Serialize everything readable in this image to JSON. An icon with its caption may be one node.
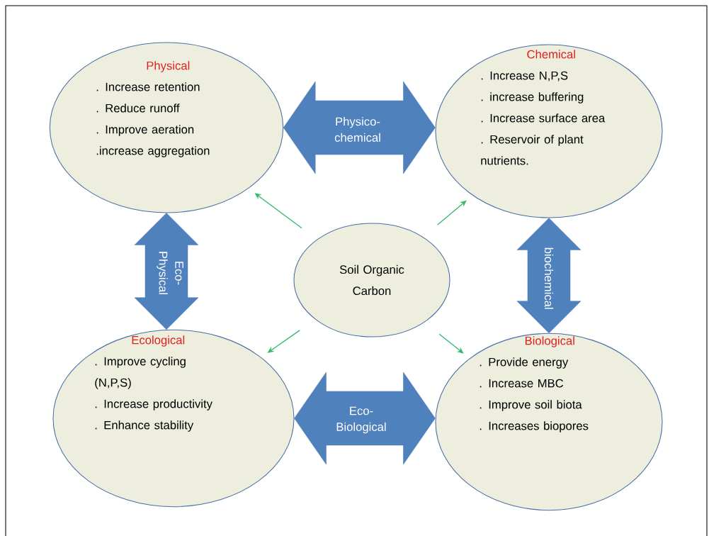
{
  "diagram": {
    "nodes": [
      {
        "text": [
          "Physical",
          ". Increase retention",
          ". Reduce runoff",
          ". Improve aeration",
          ".increase aggregation"
        ]
      },
      {
        "text": [
          "Chemical",
          ". Increase N,P,S",
          ". increase buffering",
          ". Increase surface area",
          ". Reservoir of plant nutrients."
        ]
      },
      {
        "text": [
          "Soil Organic Carbon"
        ]
      },
      {
        "text": [
          "Ecological",
          ". Improve cycling (N,P,S)",
          ". Increase productivity",
          ". Enhance stability"
        ]
      },
      {
        "text": [
          "Biological",
          ". Provide energy",
          ". Increase MBC",
          ". Improve soil biota",
          ". Increases biopores"
        ]
      }
    ],
    "edges": [
      {
        "from": 0,
        "to": 1,
        "arrow": "both",
        "label": "Physico-chemical",
        "style": "thick",
        "color": "#4f81bd"
      },
      {
        "from": 0,
        "to": 3,
        "arrow": "both",
        "label": "Eco-Physical",
        "style": "thick",
        "color": "#4f81bd"
      },
      {
        "from": 1,
        "to": 4,
        "arrow": "both",
        "label": "biochemical",
        "style": "thick",
        "color": "#4f81bd"
      },
      {
        "from": 3,
        "to": 4,
        "arrow": "both",
        "label": "Eco-Biological",
        "style": "thick",
        "color": "#4f81bd"
      },
      {
        "from": 2,
        "to": 0,
        "arrow": "to",
        "color": "#33b86b"
      },
      {
        "from": 2,
        "to": 1,
        "arrow": "to",
        "color": "#33b86b"
      },
      {
        "from": 2,
        "to": 3,
        "arrow": "to",
        "color": "#33b86b"
      },
      {
        "from": 2,
        "to": 4,
        "arrow": "to",
        "color": "#33b86b"
      }
    ]
  }
}
